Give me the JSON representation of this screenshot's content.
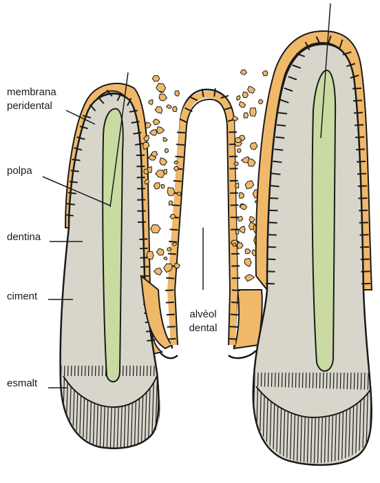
{
  "labels": {
    "membrana_line1": "membrana",
    "membrana_line2": "peridental",
    "polpa": "polpa",
    "dentina": "dentina",
    "ciment": "ciment",
    "esmalt": "esmalt",
    "alveol_line1": "alvèol",
    "alveol_line2": "dental"
  },
  "colors": {
    "bone": "#f0b869",
    "membrane": "#9db7cf",
    "dentin": "#d8d6cb",
    "pulp": "#c9dba3",
    "outline": "#1a1a1a"
  }
}
